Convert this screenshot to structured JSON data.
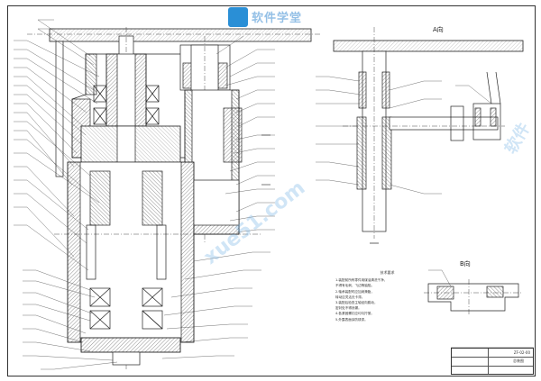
{
  "watermark": {
    "logo_text": "软件学堂",
    "diagonal_text": "xue51.com",
    "side_text": "软件"
  },
  "views": {
    "detail_a_label": "A向",
    "detail_b_label": "B向"
  },
  "notes": {
    "title": "技术要求",
    "lines": [
      "1.装配前所有零件用煤油清洗干净，",
      "  不得有毛刺、飞边等缺陷。",
      "2.轴承装配时应加润滑脂，",
      "  转动应灵活无卡滞。",
      "3.装配后检查主轴径向跳动，",
      "  密封处不得渗漏。",
      "4.各紧固螺钉应均匀拧紧。",
      "5.外露表面涂防锈漆。"
    ]
  },
  "title_block": {
    "drawing_no": "ZF-02-00",
    "name": "总装图"
  },
  "colors": {
    "line": "#222222",
    "hatch": "#444444",
    "watermark": "#78b4e6",
    "logo": "#2a8fd6"
  }
}
